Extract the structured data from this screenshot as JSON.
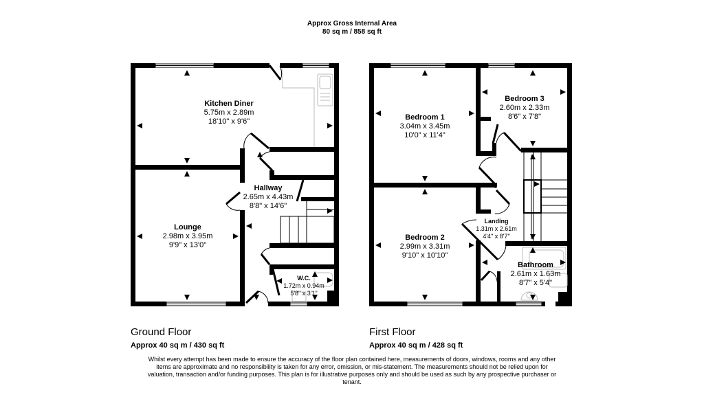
{
  "header": {
    "title": "Approx Gross Internal Area",
    "area": "80 sq m / 858 sq ft"
  },
  "ground_floor": {
    "title": "Ground Floor",
    "area": "Approx 40 sq m / 430 sq ft",
    "rooms": [
      {
        "name": "Kitchen Diner",
        "metric": "5.75m x 2.89m",
        "imperial": "18'10\" x 9'6\""
      },
      {
        "name": "Hallway",
        "metric": "2.65m x 4.43m",
        "imperial": "8'8\" x 14'6\""
      },
      {
        "name": "Lounge",
        "metric": "2.98m x 3.95m",
        "imperial": "9'9\" x 13'0\""
      },
      {
        "name": "W.C.",
        "metric": "1.72m x 0.94m",
        "imperial": "5'8\" x 3'1\""
      }
    ]
  },
  "first_floor": {
    "title": "First Floor",
    "area": "Approx 40 sq m / 428 sq ft",
    "rooms": [
      {
        "name": "Bedroom 1",
        "metric": "3.04m x 3.45m",
        "imperial": "10'0\" x 11'4\""
      },
      {
        "name": "Bedroom 3",
        "metric": "2.60m x 2.33m",
        "imperial": "8'6\" x 7'8\""
      },
      {
        "name": "Bedroom 2",
        "metric": "2.99m x 3.31m",
        "imperial": "9'10\" x 10'10\""
      },
      {
        "name": "Landing",
        "metric": "1.31m x 2.61m",
        "imperial": "4'4\" x 8'7\""
      },
      {
        "name": "Bathroom",
        "metric": "2.61m x 1.63m",
        "imperial": "8'7\" x 5'4\""
      }
    ]
  },
  "disclaimer": "Whilst every attempt has been made to ensure the accuracy of the floor plan contained here, measurements of doors, windows, rooms and any other items are approximate and no responsibility is taken for any error, omission, or mis-statement. The measurements should not be relied upon for valuation, transaction and/or funding purposes. This plan is for illustrative purposes only and should be used as such by any prospective purchaser or tenant.",
  "colors": {
    "wall": "#000000",
    "fixture": "#bbbbbb",
    "background": "#ffffff"
  }
}
